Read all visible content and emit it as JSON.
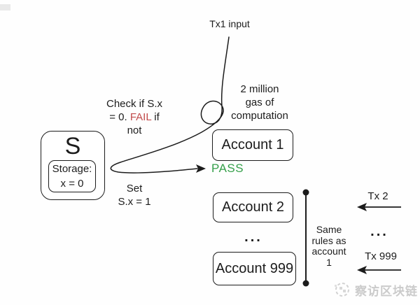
{
  "colors": {
    "ink": "#1c1c1c",
    "fail_red": "#c14a4a",
    "pass_green": "#35a04a",
    "watermark_gray": "#cbcbcb",
    "background": "#fefefe"
  },
  "flow": {
    "tx1_label": "Tx1 input",
    "gas_note": {
      "line1": "2 million",
      "line2": "gas of",
      "line3": "computation"
    },
    "check_note": {
      "line1": "Check if S.x",
      "line2_pre": "= 0. ",
      "fail": "FAIL",
      "line2_post": " if",
      "line3": "not"
    },
    "pass_label": "PASS",
    "set_note": {
      "line1": "Set",
      "line2": "S.x = 1"
    }
  },
  "state_node": {
    "title": "S",
    "storage_label": "Storage:",
    "storage_value": "x = 0"
  },
  "accounts": [
    {
      "label": "Account 1"
    },
    {
      "label": "Account 2"
    },
    {
      "label": "Account 999"
    }
  ],
  "accounts_ellipsis": "...",
  "same_rules_note": {
    "line1": "Same",
    "line2": "rules as",
    "line3": "account",
    "line4": "1"
  },
  "transactions": {
    "tx2_label": "Tx 2",
    "ellipsis": "...",
    "tx999_label": "Tx 999"
  },
  "watermark": {
    "brand": "察访区块链"
  }
}
